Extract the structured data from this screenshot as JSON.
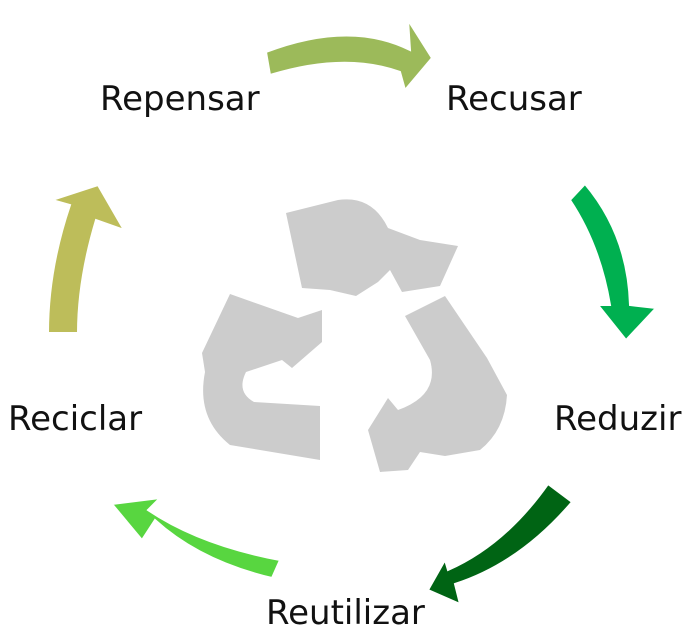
{
  "cycle": {
    "steps": [
      {
        "label": "Repensar",
        "color": "#9cba5a"
      },
      {
        "label": "Recusar",
        "color": "#00b050"
      },
      {
        "label": "Reduzir",
        "color": "#006414"
      },
      {
        "label": "Reutilizar",
        "color": "#58d640"
      },
      {
        "label": "Reciclar",
        "color": "#bdbd5a"
      }
    ],
    "arrow_colors": {
      "repensar_to_recusar": "#9cba5a",
      "recusar_to_reduzir": "#00b050",
      "reduzir_to_reutilizar": "#006414",
      "reutilizar_to_reciclar": "#58d640",
      "reciclar_to_repensar": "#bdbd5a"
    },
    "center_icon": {
      "name": "recycle-icon",
      "color": "#cccccc"
    }
  }
}
